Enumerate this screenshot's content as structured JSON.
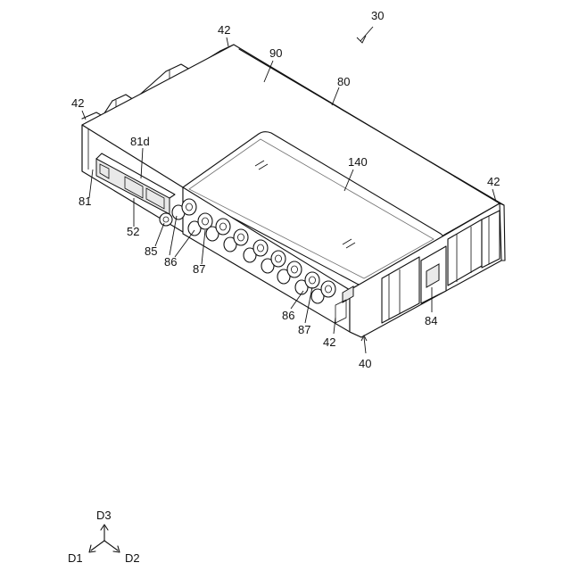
{
  "labels": {
    "l30": "30",
    "l42a": "42",
    "l90": "90",
    "l80": "80",
    "l42b": "42",
    "l81d": "81d",
    "l140": "140",
    "l42c": "42",
    "l81": "81",
    "l52": "52",
    "l85": "85",
    "l86a": "86",
    "l87a": "87",
    "l84": "84",
    "l86b": "86",
    "l87b": "87",
    "l42d": "42",
    "l40": "40"
  },
  "axes": {
    "d3": "D3",
    "d1": "D1",
    "d2": "D2"
  }
}
